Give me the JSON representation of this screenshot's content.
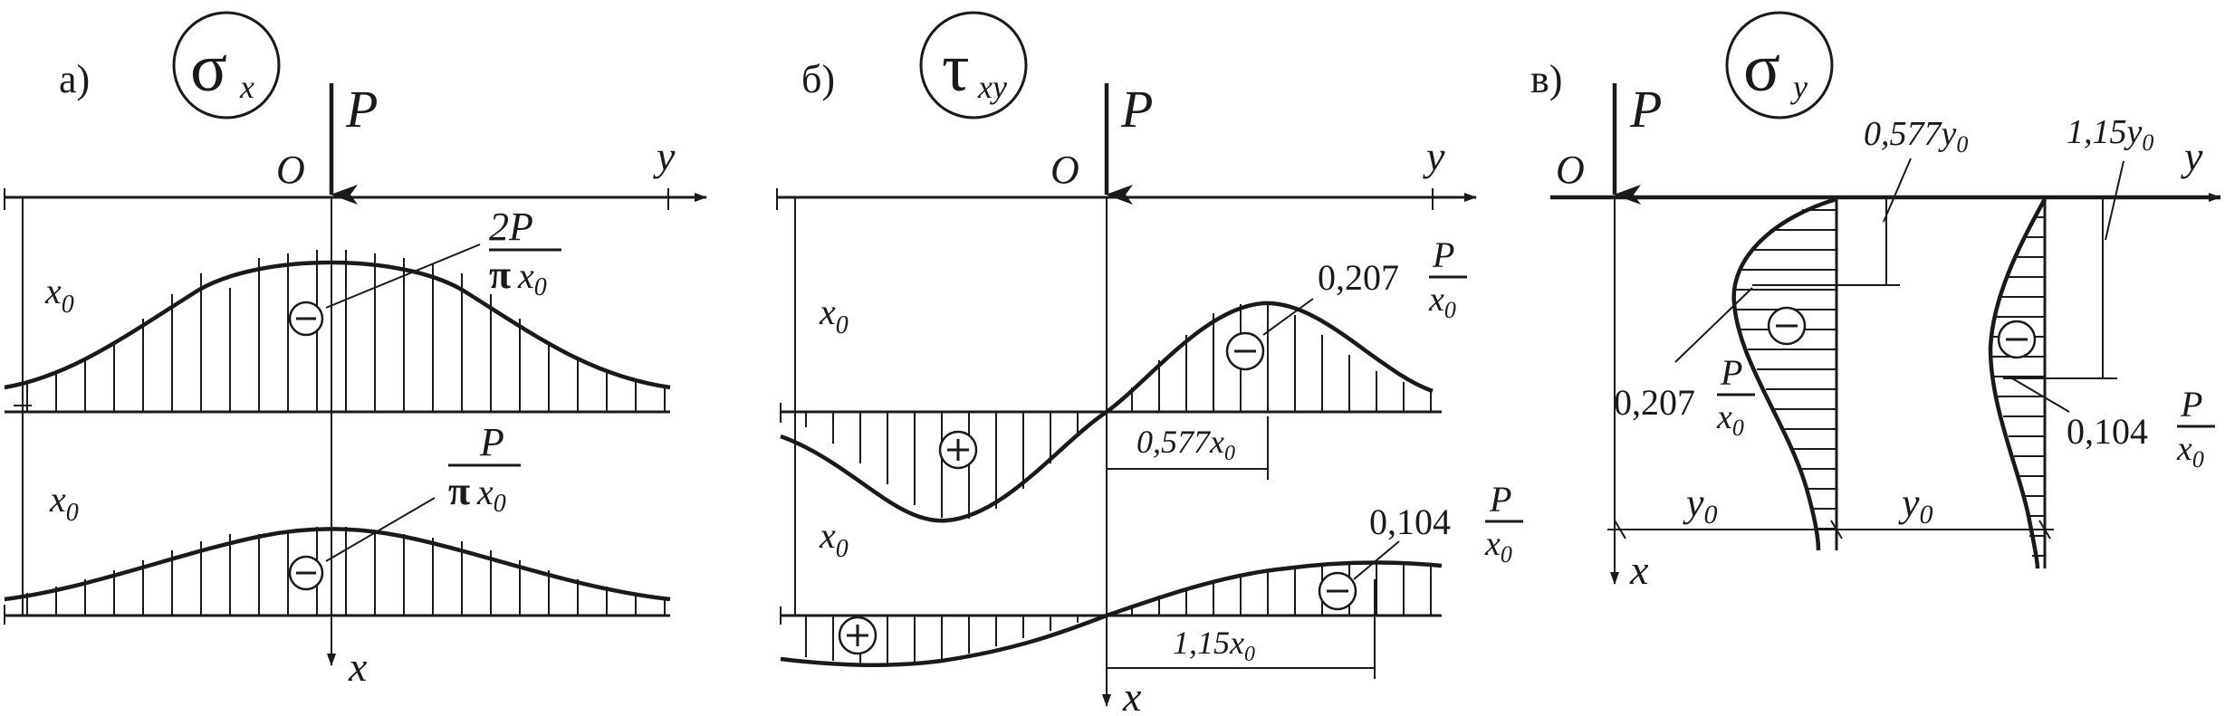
{
  "labels": {
    "panel_a": "а)",
    "panel_b": "б)",
    "panel_v": "в)",
    "sigma_x_sym": "σ",
    "sigma_x_sub": "x",
    "tau_xy_sym": "τ",
    "tau_xy_sub": "xy",
    "sigma_y_sym": "σ",
    "sigma_y_sub": "y",
    "force": "P",
    "origin": "O",
    "axis_y": "y",
    "axis_x": "x",
    "x0_base": "x",
    "y0_base": "y",
    "zero_sub": "0",
    "minus": "−",
    "plus": "+"
  },
  "annotations": {
    "a_upper_num": "2P",
    "a_upper_den_pi": "π",
    "a_upper_den_x": "x",
    "a_lower_num": "P",
    "a_lower_den_pi": "π",
    "a_lower_den_x": "x",
    "b_upper_coef": "0,207",
    "b_upper_dim": "0,577x",
    "b_lower_coef": "0,104",
    "b_lower_dim": "1,15x",
    "v_dim1": "0,577y",
    "v_dim2": "1,15y",
    "v_left_coef": "0,207",
    "v_right_coef": "0,104",
    "frac_num": "P",
    "frac_den": "x"
  }
}
